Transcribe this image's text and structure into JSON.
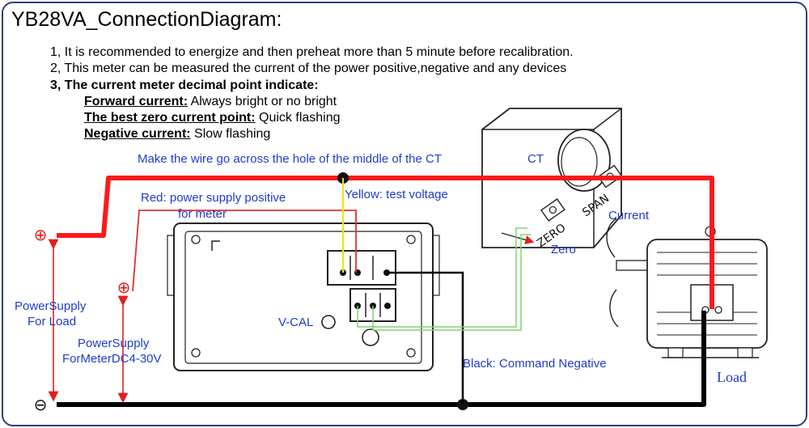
{
  "title": "YB28VA_ConnectionDiagram:",
  "notes": {
    "n1": "1, It is recommended to energize and then preheat more than 5 minute before recalibration.",
    "n2": "2, This meter can be measured the current of the power positive,negative and any devices",
    "n3": "3, The current meter decimal point indicate:",
    "forward_label": "Forward current:",
    "forward_text": "Always bright or no bright",
    "zero_label": "The best zero current point:",
    "zero_text": "Quick flashing",
    "negative_label": "Negative current:",
    "negative_text": "Slow flashing"
  },
  "labels": {
    "wire_hint": "Make the wire go across the hole of the middle of the CT",
    "ct": "CT",
    "red_line1": "Red:  power supply positive",
    "red_line2": "for meter",
    "yellow": "Yellow:  test voltage",
    "zero_knob": "ZERO",
    "span_knob": "SPAN",
    "current": "Current",
    "zero": "Zero",
    "vcal": "V-CAL",
    "ps_load_line1": "PowerSupply",
    "ps_load_line2": "For Load",
    "ps_meter_line1": "PowerSupply",
    "ps_meter_line2": "ForMeterDC4-30V",
    "black": "Black:  Command Negative",
    "load": "Load",
    "plus_symbol": "⊕",
    "minus_symbol": "⊖"
  },
  "colors": {
    "frame": "#2b3f8a",
    "text_blue": "#1f3cc9",
    "load_positive_wire": "#ff1a1a",
    "meter_positive_wire": "#e03030",
    "test_voltage_wire": "#f2e600",
    "negative_wire": "#000000",
    "ct_signal_wire": "#7ed36e",
    "dimension_arrow": "#e02020"
  }
}
